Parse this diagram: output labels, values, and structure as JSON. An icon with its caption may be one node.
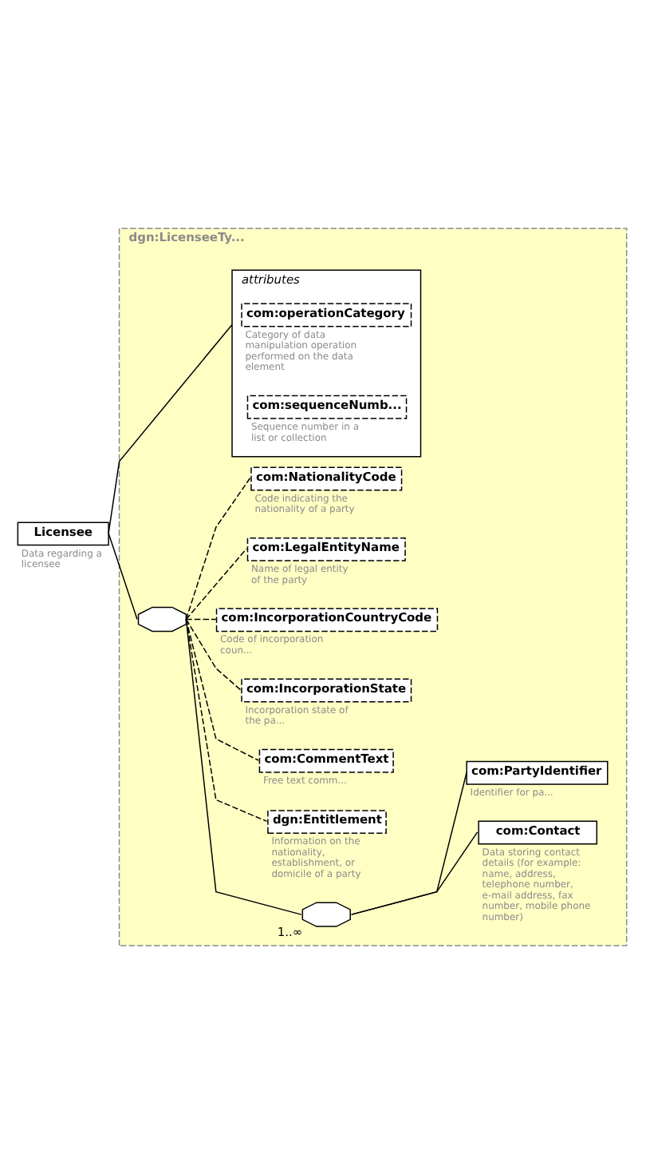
{
  "diagram": {
    "nodes": [
      {
        "text": [
          "Licensee"
        ],
        "beside": [
          "Data regarding a licensee"
        ]
      },
      {
        "text": [
          "dgn:LicenseeTy..."
        ]
      },
      {
        "text": [
          "attributes"
        ],
        "in": 1
      },
      {
        "text": [
          "com:operationCategory"
        ],
        "beside": [
          "Category of data manipulation operation performed on the data element"
        ],
        "in": 2
      },
      {
        "text": [
          "com:sequenceNumb..."
        ],
        "beside": [
          "Sequence number in a list or collection"
        ],
        "in": 2
      },
      {
        "text": [],
        "shape": "octagon",
        "in": 1
      },
      {
        "text": [
          "com:NationalityCode"
        ],
        "beside": [
          "Code indicating the nationality of a party"
        ],
        "in": 1
      },
      {
        "text": [
          "com:LegalEntityName"
        ],
        "beside": [
          "Name of legal entity of the party"
        ],
        "in": 1
      },
      {
        "text": [
          "com:IncorporationCountryCode"
        ],
        "beside": [
          "Code of incorporation coun..."
        ],
        "in": 1
      },
      {
        "text": [
          "com:IncorporationState"
        ],
        "beside": [
          "Incorporation state of the pa..."
        ],
        "in": 1
      },
      {
        "text": [
          "com:CommentText"
        ],
        "beside": [
          "Free text comm..."
        ],
        "in": 1
      },
      {
        "text": [
          "dgn:Entitlement"
        ],
        "beside": [
          "Information on the nationality, establishment, or domicile of a party"
        ],
        "in": 1
      },
      {
        "text": [],
        "shape": "octagon",
        "beside": [
          "1..∞"
        ],
        "in": 1
      },
      {
        "text": [
          "com:PartyIdentifier"
        ],
        "beside": [
          "Identifier for pa..."
        ],
        "in": 1
      },
      {
        "text": [
          "com:Contact"
        ],
        "beside": [
          "Data storing contact details (for example: name, address, telephone number, e-mail address, fax number, mobile phone number)"
        ],
        "in": 1
      }
    ],
    "edges": [
      {
        "from": 0,
        "to": 2,
        "arrow": "none"
      },
      {
        "from": 0,
        "to": 5,
        "arrow": "none"
      },
      {
        "from": 5,
        "to": 6,
        "arrow": "none",
        "style": "dashed"
      },
      {
        "from": 5,
        "to": 7,
        "arrow": "none",
        "style": "dashed"
      },
      {
        "from": 5,
        "to": 8,
        "arrow": "none",
        "style": "dashed"
      },
      {
        "from": 5,
        "to": 9,
        "arrow": "none",
        "style": "dashed"
      },
      {
        "from": 5,
        "to": 10,
        "arrow": "none",
        "style": "dashed"
      },
      {
        "from": 5,
        "to": 11,
        "arrow": "none",
        "style": "dashed"
      },
      {
        "from": 5,
        "to": 12,
        "arrow": "none"
      },
      {
        "from": 12,
        "to": 13,
        "arrow": "none"
      },
      {
        "from": 12,
        "to": 14,
        "arrow": "none"
      }
    ]
  }
}
